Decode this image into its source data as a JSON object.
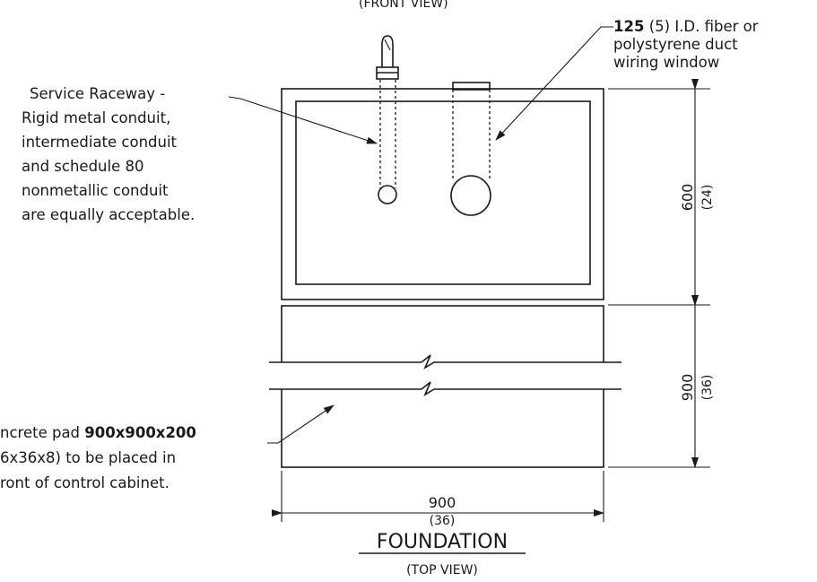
{
  "front_view_label": "(FRONT VIEW)",
  "duct": {
    "size": "125",
    "line1_rest": " (5) I.D. fiber or",
    "line2": "polystyrene duct",
    "line3": "wiring window"
  },
  "raceway": {
    "lines": [
      "Service Raceway -",
      "Rigid metal conduit,",
      "intermediate conduit",
      "and schedule 80",
      "nonmetallic conduit",
      "are equally acceptable."
    ]
  },
  "pad": {
    "line1_prefix": "ncrete pad ",
    "line1_bold": "900x900x200",
    "line2": "6x36x8) to be placed in",
    "line3": "ront of control cabinet."
  },
  "dimensions": {
    "height_600": "600",
    "height_600_in": "(24)",
    "height_900": "900",
    "height_900_in": "(36)",
    "width_900": "900",
    "width_900_in": "(36)"
  },
  "title": "FOUNDATION",
  "subtitle": "(TOP VIEW)"
}
